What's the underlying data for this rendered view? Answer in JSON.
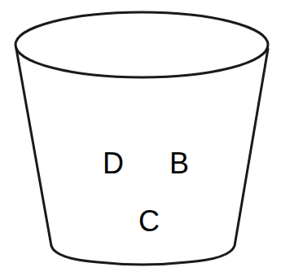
{
  "diagram": {
    "labels": [
      "D",
      "B",
      "C"
    ]
  }
}
